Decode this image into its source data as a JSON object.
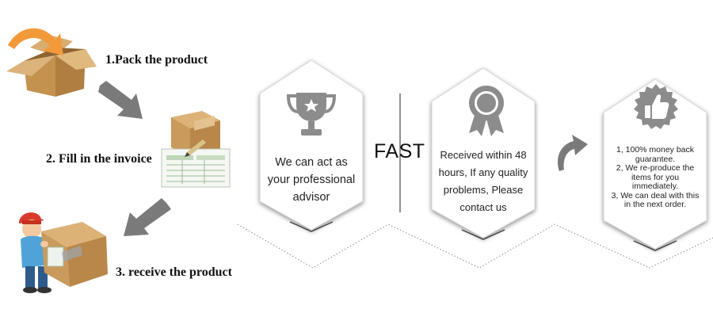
{
  "steps": [
    {
      "label": "1.Pack the product",
      "icon": "open-box-icon"
    },
    {
      "label": "2. Fill in the invoice",
      "icon": "invoice-box-icon"
    },
    {
      "label": "3. receive the product",
      "icon": "delivery-man-icon"
    }
  ],
  "fast_label": "FAST",
  "panels": [
    {
      "icon": "trophy-icon",
      "lines": [
        "We can act as",
        "your professional",
        "advisor"
      ]
    },
    {
      "icon": "award-ribbon-icon",
      "lines": [
        "Received within 48",
        "hours, If any quality",
        "problems, Please",
        "contact us"
      ]
    },
    {
      "icon": "thumbs-up-icon",
      "lines": [
        "1, 100% money back",
        "guarantee.",
        "2, We re-produce the",
        "items for you",
        "immediately.",
        "3, We can deal with this",
        "in the next order."
      ]
    }
  ],
  "colors": {
    "arrow_gray": "#7a7a7a",
    "box_tan": "#c99a5c",
    "badge_gray": "#8c8c8c",
    "accent_orange": "#f29a3a"
  }
}
